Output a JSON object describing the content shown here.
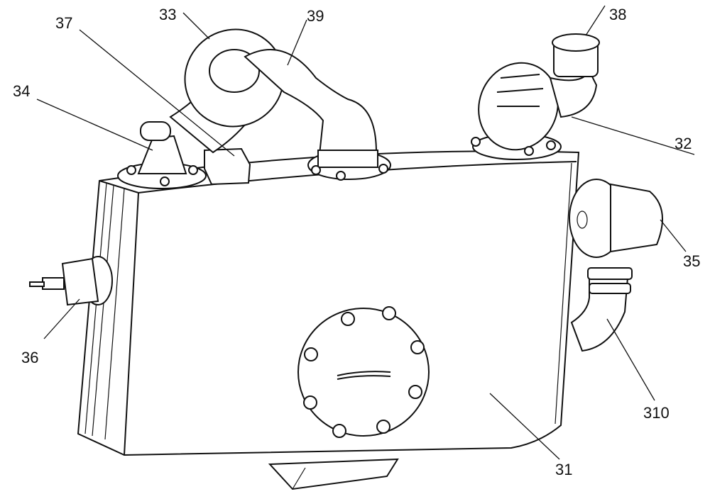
{
  "figure": {
    "labels": {
      "tank_body": "31",
      "outlet_valve": "32",
      "inlet_flange": "33",
      "side_connector": "34",
      "side_valve": "35",
      "level_sensor": "36",
      "bracket": "37",
      "top_port": "38",
      "elbow_pipe": "39",
      "lower_elbow": "310"
    }
  }
}
